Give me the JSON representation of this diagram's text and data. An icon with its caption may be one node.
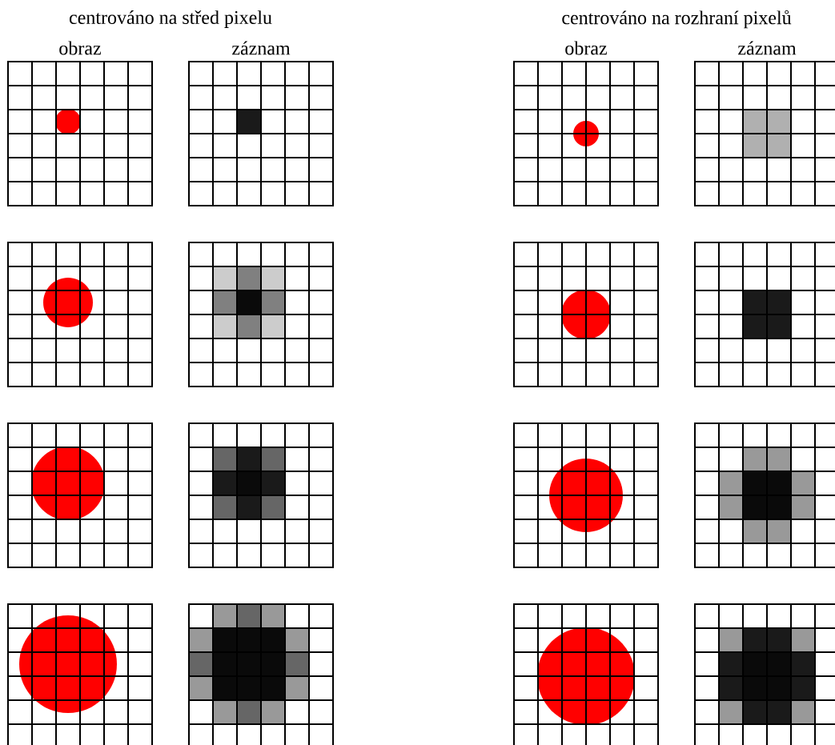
{
  "diagram": {
    "labels": [
      "centrováno na střed pixelu",
      "centrováno na rozhraní pixelů",
      "obraz",
      "záznam",
      "obraz",
      "záznam"
    ]
  }
}
